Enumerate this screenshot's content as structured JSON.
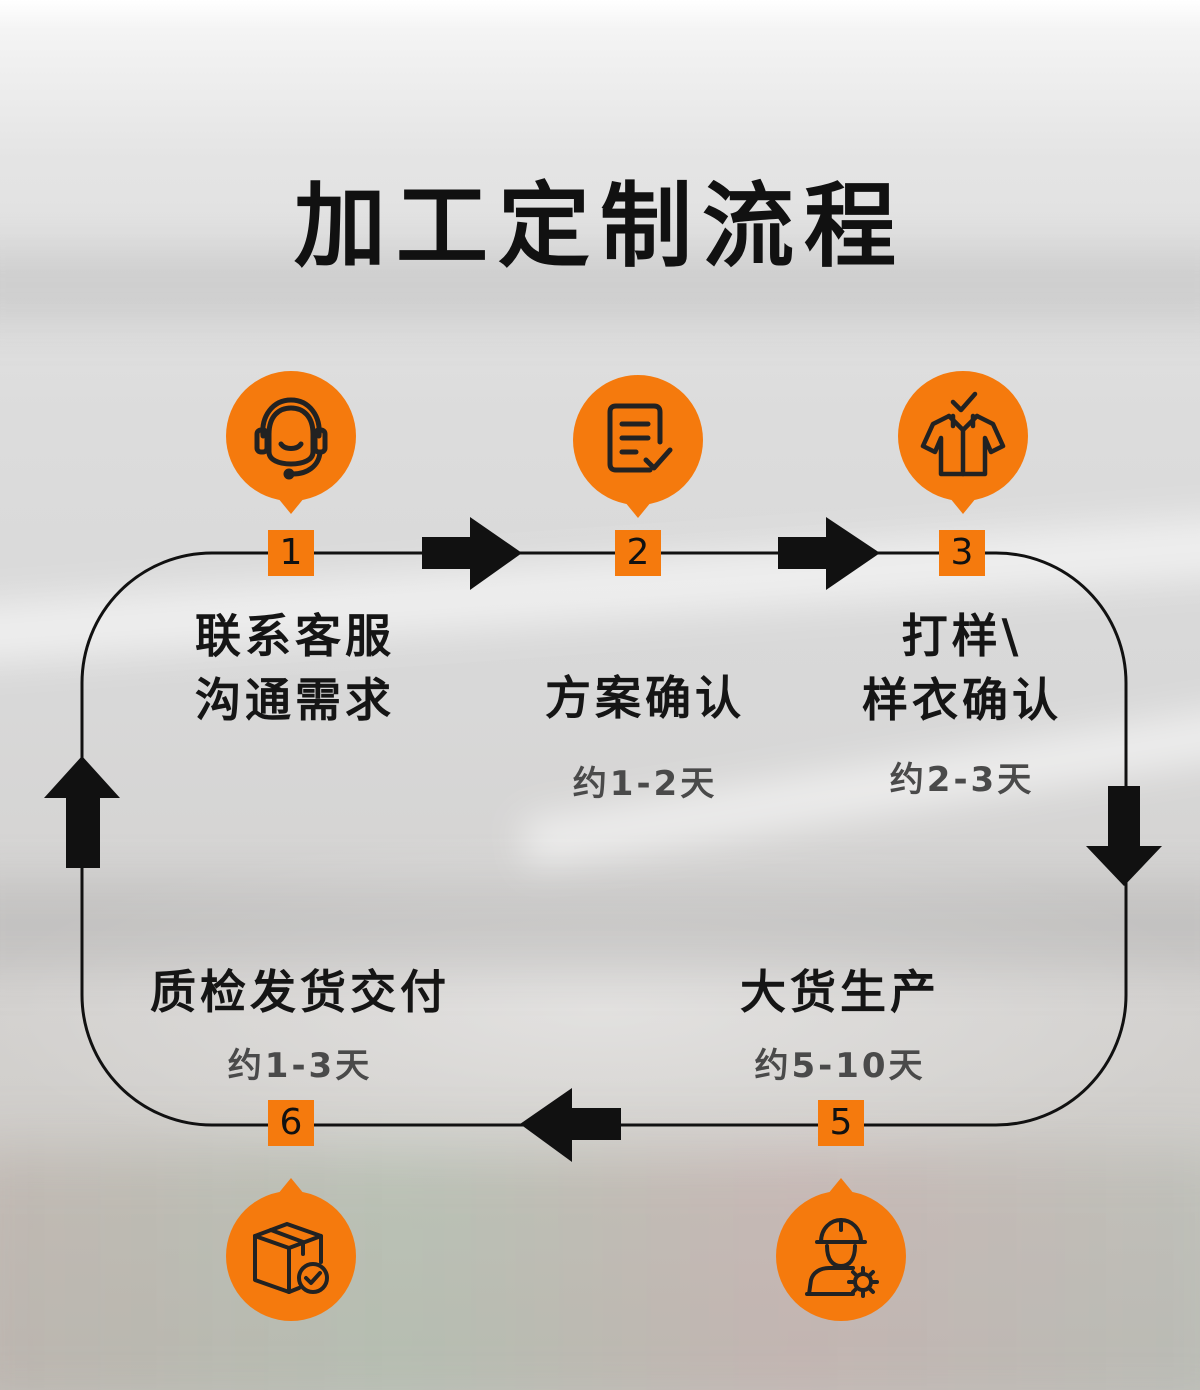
{
  "title": "加工定制流程",
  "colors": {
    "accent": "#f57a0d",
    "line": "#111111",
    "text": "#151515",
    "subtext": "#4a4a4a"
  },
  "steps": [
    {
      "num": "1",
      "title_lines": [
        "联系客服",
        "沟通需求"
      ],
      "time": "",
      "icon": "customer-service-headset-icon"
    },
    {
      "num": "2",
      "title_lines": [
        "方案确认"
      ],
      "time": "约1-2天",
      "icon": "document-check-icon"
    },
    {
      "num": "3",
      "title_lines": [
        "打样\\",
        "样衣确认"
      ],
      "time": "约2-3天",
      "icon": "shirt-check-icon"
    },
    {
      "num": "5",
      "title_lines": [
        "大货生产"
      ],
      "time": "约5-10天",
      "icon": "worker-gear-icon"
    },
    {
      "num": "6",
      "title_lines": [
        "质检发货交付"
      ],
      "time": "约1-3天",
      "icon": "package-check-icon"
    }
  ]
}
